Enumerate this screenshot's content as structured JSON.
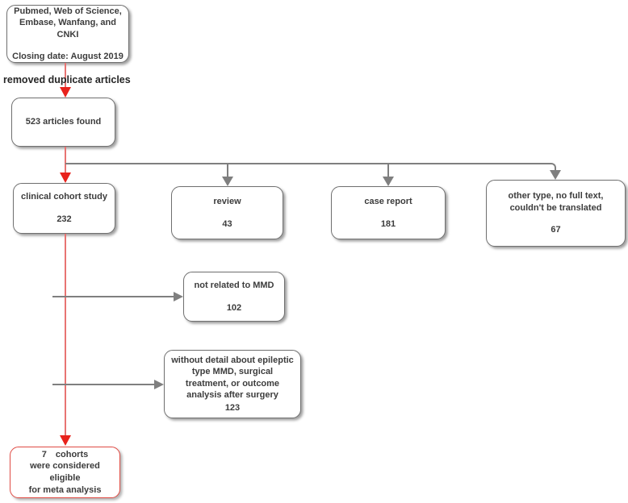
{
  "flowchart": {
    "sources_box": {
      "line1": "Pubmed, Web of Science,",
      "line2": "Embase, Wanfang, and CNKI",
      "line3": "Closing date: August 2019"
    },
    "removed_label": "removed duplicate articles",
    "found_box": {
      "label": "523 articles found"
    },
    "clinical_box": {
      "label": "clinical cohort study",
      "value": "232"
    },
    "review_box": {
      "label": "review",
      "value": "43"
    },
    "case_report_box": {
      "label": "case report",
      "value": "181"
    },
    "other_type_box": {
      "label": "other type, no full text, couldn't be translated",
      "value": "67"
    },
    "not_related_box": {
      "label": "not related to MMD",
      "value": "102"
    },
    "without_detail_box": {
      "label": "without detail about epileptic type MMD, surgical treatment, or outcome analysis after surgery",
      "value": "123"
    },
    "eligible_box": {
      "line1": "7 cohorts",
      "line2": "were considered eligible",
      "line3": "for meta analysis"
    },
    "colors": {
      "red_arrow": "#e8221c",
      "red_line": "#e87472",
      "red_box_border": "#e04b44",
      "gray_line": "#7f7f7f",
      "box_border": "#707070",
      "text": "#3c3c3c"
    }
  }
}
